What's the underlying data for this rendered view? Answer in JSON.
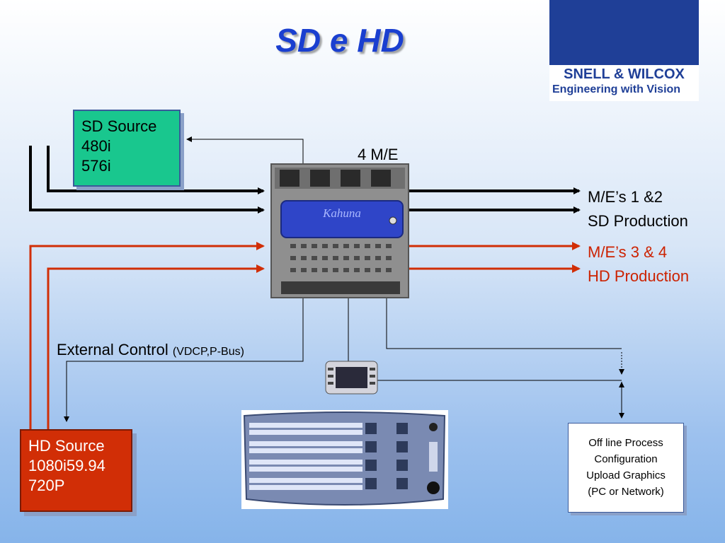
{
  "slide": {
    "title": "SD e HD"
  },
  "logo": {
    "name": "SNELL & WILCOX",
    "tagline": "Engineering with Vision"
  },
  "sd_source": {
    "lines": [
      "SD Source",
      "480i",
      "576i"
    ]
  },
  "hd_source": {
    "lines": [
      "HD Source",
      "1080i59.94",
      "720P"
    ]
  },
  "switcher": {
    "label": "4 M/E",
    "brand": "Kahuna"
  },
  "outputs": {
    "sd": [
      "M/E’s 1 &2",
      "SD Production"
    ],
    "hd": [
      "M/E’s 3 & 4",
      "HD Production"
    ]
  },
  "external_control": {
    "main": "External Control",
    "detail": "(VDCP,P-Bus)"
  },
  "offline": {
    "lines": [
      "Off line Process",
      "Configuration",
      "Upload Graphics",
      "(PC or Network)"
    ]
  },
  "colors": {
    "sd_signal": "#000000",
    "hd_signal": "#d12e06",
    "title": "#1a3fd0",
    "brand_blue": "#1f3f97"
  }
}
